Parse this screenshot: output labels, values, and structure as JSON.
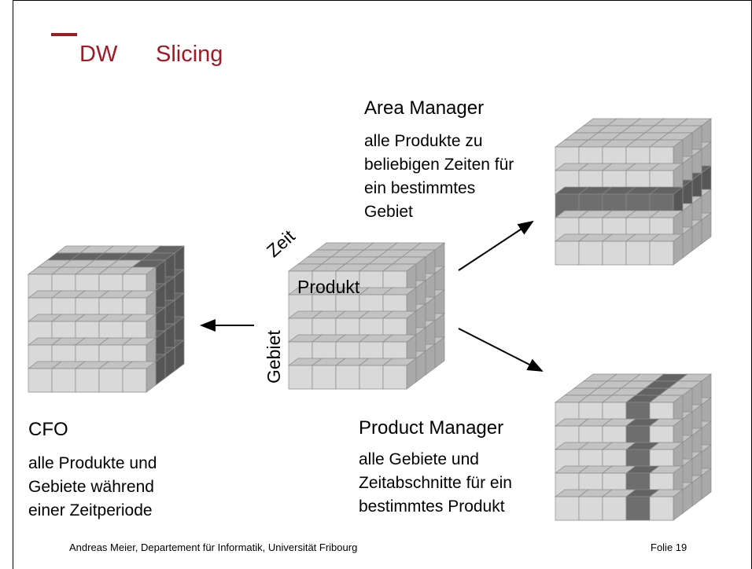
{
  "title": {
    "part1": "DW",
    "part2": "Slicing"
  },
  "area_manager": {
    "heading": "Area Manager",
    "description": " alle Produkte zu\nbeliebigen Zeiten für\nein bestimmtes\nGebiet"
  },
  "cfo": {
    "heading": "CFO",
    "description": " alle Produkte und\nGebiete während\neiner Zeitperiode"
  },
  "product_manager": {
    "heading": "Product Manager",
    "description": " alle Gebiete und\nZeitabschnitte für ein\nbestimmtes Produkt"
  },
  "axes": {
    "time": "Zeit",
    "product": "Produkt",
    "region": "Gebiet"
  },
  "footer": {
    "author": "Andreas Meier, Departement für Informatik, Universität Fribourg",
    "page": "Folie 19"
  },
  "colors": {
    "title": "#9b1c24",
    "cube_light": "#d9d9d9",
    "cube_dark": "#6e6e6e"
  }
}
